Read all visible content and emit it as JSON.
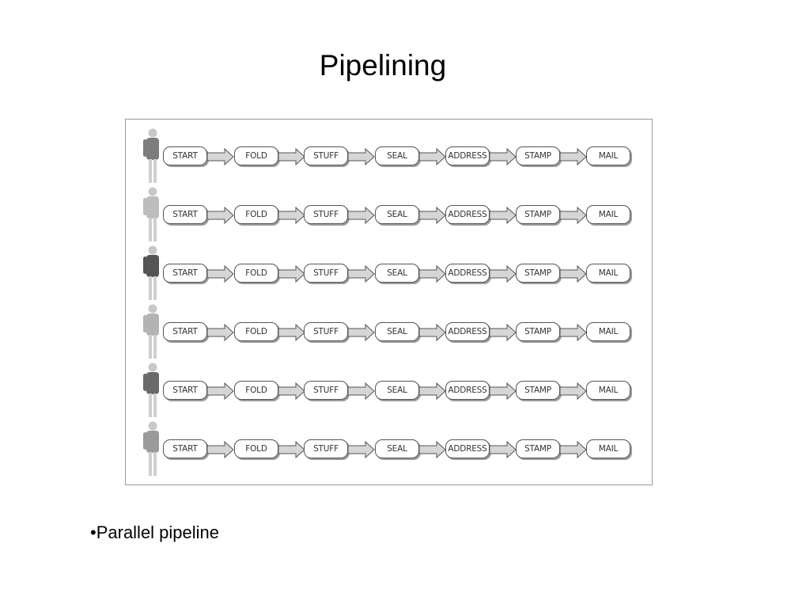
{
  "slide": {
    "title": "Pipelining",
    "bullet": "•Parallel pipeline"
  },
  "diagram": {
    "stages": [
      "START",
      "FOLD",
      "STUFF",
      "SEAL",
      "ADDRESS",
      "STAMP",
      "MAIL"
    ],
    "rows": [
      {
        "worker_shade": "#7d7d7d"
      },
      {
        "worker_shade": "#bdbdbd"
      },
      {
        "worker_shade": "#555555"
      },
      {
        "worker_shade": "#b3b3b3"
      },
      {
        "worker_shade": "#6a6a6a"
      },
      {
        "worker_shade": "#9a9a9a"
      }
    ],
    "colors": {
      "frame": "#9a9a9a",
      "stage_border": "#555555",
      "arrow_fill": "#d6d6d6"
    }
  }
}
